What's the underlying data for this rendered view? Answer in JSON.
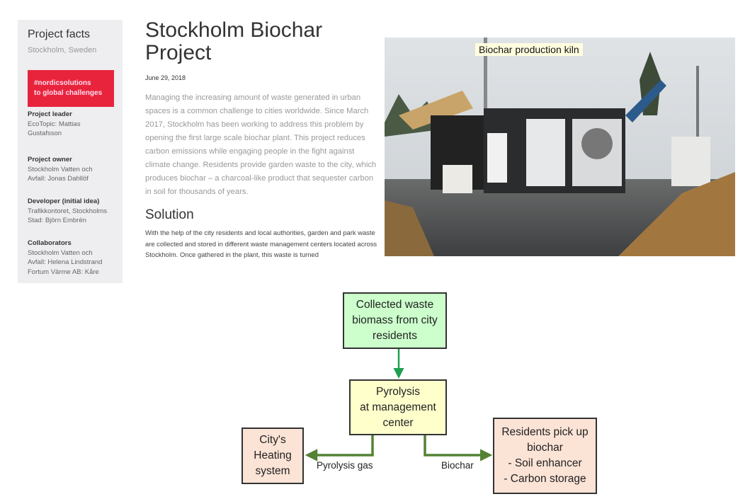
{
  "facts": {
    "heading": "Project facts",
    "location": "Stockholm, Sweden",
    "banner_line1": "#nordicsolutions",
    "banner_line2": "to global challenges",
    "sections": [
      {
        "label": "Project leader",
        "lines": [
          "EcoTopic: Mattias",
          "Gustafsson"
        ]
      },
      {
        "label": "Project owner",
        "lines": [
          "Stockholm Vatten och",
          "Avfall: Jonas Dahllöf"
        ]
      },
      {
        "label": "Developer (initial idea)",
        "lines": [
          "Trafikkontoret, Stockholms",
          "Stad: Björn Embrén"
        ]
      },
      {
        "label": "Collaborators",
        "lines": [
          "Stockholm Vatten och",
          "Avfall: Helena Lindstrand",
          "Fortum Värme AB: Kåre"
        ]
      }
    ],
    "banner_color": "#e8243c"
  },
  "article": {
    "title": "Stockholm Biochar Project",
    "date": "June 29, 2018",
    "intro": "Managing the increasing amount of waste generated in urban spaces is a common challenge to cities worldwide. Since March 2017, Stockholm has been working to address this problem by opening the first large scale biochar plant. This project reduces carbon emissions while engaging people in the fight against climate change. Residents provide garden waste to the city, which produces biochar – a charcoal-like product that sequester carbon in soil for thousands of years.",
    "solution_heading": "Solution",
    "solution_text": "With the help of the city residents and local authorities, garden and park waste are collected and stored in different waste management centers located across Stockholm. Once gathered in the plant, this waste is turned"
  },
  "photo": {
    "label": "Biochar production kiln"
  },
  "diagram": {
    "nodes": {
      "source": "Collected waste\nbiomass from city\nresidents",
      "process": "Pyrolysis\nat management\ncenter",
      "heating": "City's\nHeating\nsystem",
      "residents": "Residents pick up\nbiochar\n- Soil enhancer\n- Carbon storage"
    },
    "edges": {
      "source_to_process": "",
      "gas": "Pyrolysis gas",
      "biochar": "Biochar"
    },
    "colors": {
      "source": "#ccffcc",
      "process": "#ffffcc",
      "output": "#fbe3d6",
      "arrow_down": "#1fa050",
      "arrow_side": "#548235"
    }
  }
}
